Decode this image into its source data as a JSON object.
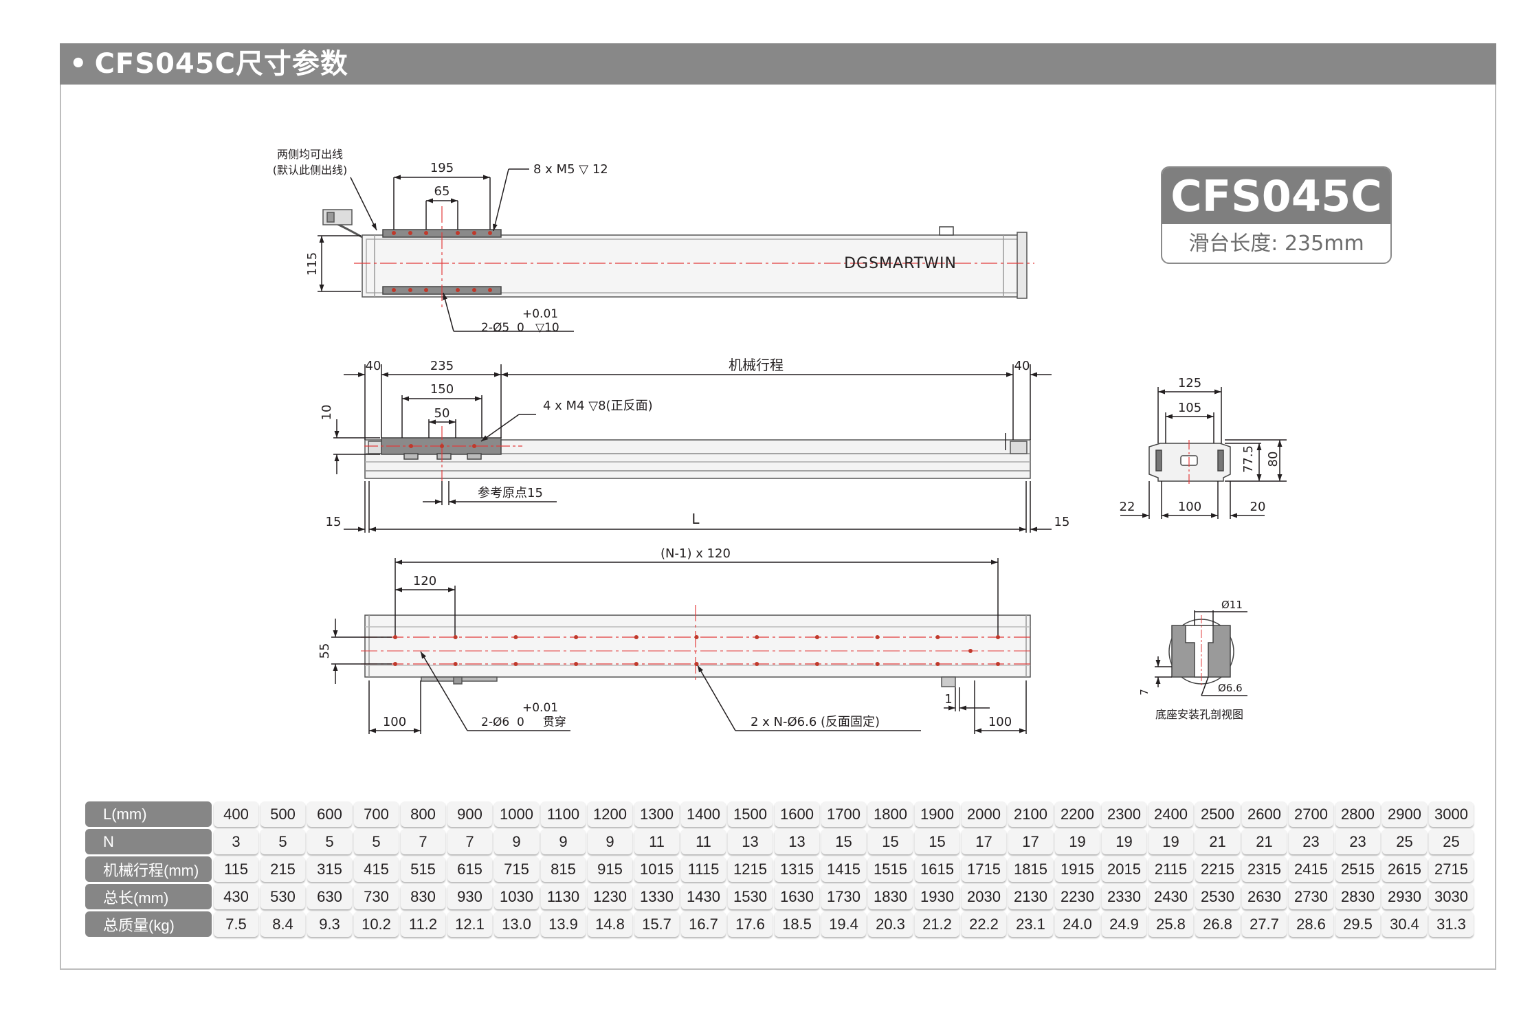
{
  "header": {
    "title": "CFS045C尺寸参数"
  },
  "badge": {
    "model": "CFS045C",
    "slide_length": "滑台长度: 235mm"
  },
  "top_view": {
    "cable_note_1": "两侧均可出线",
    "cable_note_2": "(默认此侧出线)",
    "dim_195": "195",
    "dim_65": "65",
    "screws": "8 x M5 ▽ 12",
    "dim_115": "115",
    "brand": "DGSMARTWIN",
    "tol": "+0.01",
    "pin_holes": "2-Ø5  0   ▽10"
  },
  "side_view": {
    "dim_40_left": "40",
    "dim_235": "235",
    "stroke_label": "机械行程",
    "dim_40_right": "40",
    "dim_150": "150",
    "dim_50": "50",
    "dim_10": "10",
    "screws": "4 x M4 ▽8(正反面)",
    "origin": "参考原点15",
    "dim_15_left": "15",
    "dim_L": "L",
    "dim_15_right": "15"
  },
  "end_view": {
    "dim_125": "125",
    "dim_105": "105",
    "dim_77_5": "77.5",
    "dim_80": "80",
    "dim_22": "22",
    "dim_100": "100",
    "dim_20": "20"
  },
  "bottom_view": {
    "pitch_total": "(N-1) x 120",
    "dim_120": "120",
    "dim_55": "55",
    "dim_100_left": "100",
    "tol": "+0.01",
    "through_holes": "2-Ø6  0     贯穿",
    "mount_holes": "2 x N-Ø6.6 (反面固定)",
    "dim_1": "1",
    "dim_100_right": "100"
  },
  "section_view": {
    "dia_11": "Ø11",
    "dia_6_6": "Ø6.6",
    "dim_7": "7",
    "caption": "底座安装孔剖视图"
  },
  "spec_table": {
    "rows": [
      {
        "label": "L(mm)",
        "values": [
          "400",
          "500",
          "600",
          "700",
          "800",
          "900",
          "1000",
          "1100",
          "1200",
          "1300",
          "1400",
          "1500",
          "1600",
          "1700",
          "1800",
          "1900",
          "2000",
          "2100",
          "2200",
          "2300",
          "2400",
          "2500",
          "2600",
          "2700",
          "2800",
          "2900",
          "3000"
        ]
      },
      {
        "label": "N",
        "values": [
          "3",
          "5",
          "5",
          "5",
          "7",
          "7",
          "9",
          "9",
          "9",
          "11",
          "11",
          "13",
          "13",
          "15",
          "15",
          "15",
          "17",
          "17",
          "19",
          "19",
          "19",
          "21",
          "21",
          "23",
          "23",
          "25",
          "25"
        ]
      },
      {
        "label": "机械行程(mm)",
        "values": [
          "115",
          "215",
          "315",
          "415",
          "515",
          "615",
          "715",
          "815",
          "915",
          "1015",
          "1115",
          "1215",
          "1315",
          "1415",
          "1515",
          "1615",
          "1715",
          "1815",
          "1915",
          "2015",
          "2115",
          "2215",
          "2315",
          "2415",
          "2515",
          "2615",
          "2715"
        ]
      },
      {
        "label": "总长(mm)",
        "values": [
          "430",
          "530",
          "630",
          "730",
          "830",
          "930",
          "1030",
          "1130",
          "1230",
          "1330",
          "1430",
          "1530",
          "1630",
          "1730",
          "1830",
          "1930",
          "2030",
          "2130",
          "2230",
          "2330",
          "2430",
          "2530",
          "2630",
          "2730",
          "2830",
          "2930",
          "3030"
        ]
      },
      {
        "label": "总质量(kg)",
        "values": [
          "7.5",
          "8.4",
          "9.3",
          "10.2",
          "11.2",
          "12.1",
          "13.0",
          "13.9",
          "14.8",
          "15.7",
          "16.7",
          "17.6",
          "18.5",
          "19.4",
          "20.3",
          "21.2",
          "22.2",
          "23.1",
          "24.0",
          "24.9",
          "25.8",
          "26.8",
          "27.7",
          "28.6",
          "29.5",
          "30.4",
          "31.3"
        ]
      }
    ]
  }
}
